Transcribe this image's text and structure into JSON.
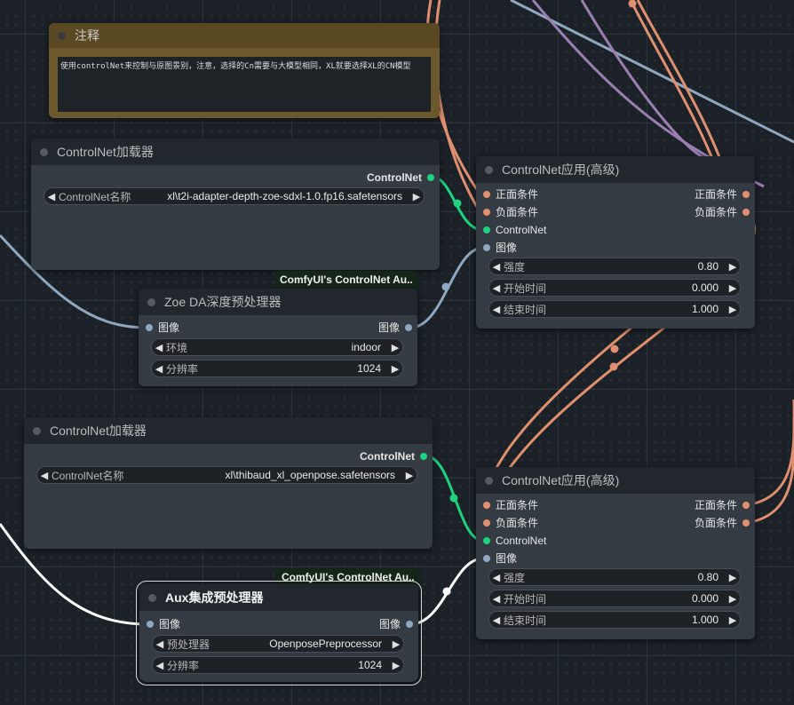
{
  "note": {
    "title": "注释",
    "text": "使用controlNet来控制与原图景别，注意，选择的Cn需要与大模型相同，XL就要选择XL的CN模型"
  },
  "loader1": {
    "title": "ControlNet加载器",
    "output": "ControlNet",
    "widget": {
      "label": "ControlNet名称",
      "value": "xl\\t2i-adapter-depth-zoe-sdxl-1.0.fp16.safetensors"
    }
  },
  "zoe": {
    "badge": "ComfyUI's ControlNet Au..",
    "title": "Zoe DA深度预处理器",
    "input": "图像",
    "output": "图像",
    "widgets": [
      {
        "label": "环境",
        "value": "indoor"
      },
      {
        "label": "分辨率",
        "value": "1024"
      }
    ]
  },
  "apply1": {
    "title": "ControlNet应用(高级)",
    "inputs": [
      "正面条件",
      "负面条件",
      "ControlNet",
      "图像"
    ],
    "outputs": [
      "正面条件",
      "负面条件"
    ],
    "widgets": [
      {
        "label": "强度",
        "value": "0.80"
      },
      {
        "label": "开始时间",
        "value": "0.000"
      },
      {
        "label": "结束时间",
        "value": "1.000"
      }
    ]
  },
  "loader2": {
    "title": "ControlNet加载器",
    "output": "ControlNet",
    "widget": {
      "label": "ControlNet名称",
      "value": "xl\\thibaud_xl_openpose.safetensors"
    }
  },
  "aux": {
    "badge": "ComfyUI's ControlNet Au..",
    "title": "Aux集成预处理器",
    "input": "图像",
    "output": "图像",
    "widgets": [
      {
        "label": "预处理器",
        "value": "OpenposePreprocessor"
      },
      {
        "label": "分辨率",
        "value": "1024"
      }
    ]
  },
  "apply2": {
    "title": "ControlNet应用(高级)",
    "inputs": [
      "正面条件",
      "负面条件",
      "ControlNet",
      "图像"
    ],
    "outputs": [
      "正面条件",
      "负面条件"
    ],
    "widgets": [
      {
        "label": "强度",
        "value": "0.80"
      },
      {
        "label": "开始时间",
        "value": "0.000"
      },
      {
        "label": "结束时间",
        "value": "1.000"
      }
    ]
  },
  "colors": {
    "conditioning": "#e0906e",
    "controlnet": "#1dd37f",
    "image": "#8fa7bf",
    "clip": "#9a7fb0",
    "selected_link": "#ffffff"
  }
}
